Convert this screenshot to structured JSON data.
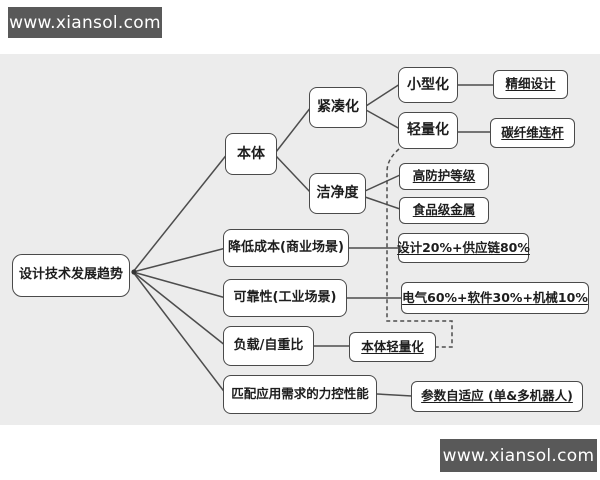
{
  "watermarks": {
    "top": "www.xiansol.com",
    "bottom": "www.xiansol.com"
  },
  "colors": {
    "page_background": "#ffffff",
    "diagram_background": "#ececec",
    "node_fill": "#ffffff",
    "node_border": "#4a4a4a",
    "connector_line": "#4d4d4d",
    "watermark_background": "#595959",
    "watermark_text": "#ffffff",
    "node_text": "#1d1d1d"
  },
  "diagram": {
    "root": "设计技术发展趋势",
    "level1": {
      "benti": "本体",
      "jiangdi_chengben": "降低成本(商业场景)",
      "kekaoxing": "可靠性(工业场景)",
      "fuzai_zizhongbi": "负载/自重比",
      "likong_xingneng": "匹配应用需求的力控性能"
    },
    "level2": {
      "jincouhua": "紧凑化",
      "jiejingdu": "洁净度",
      "xiaoxinghua": "小型化",
      "qinglianghua": "轻量化"
    },
    "leaves": {
      "jingxi_sheji": "精细设计",
      "tanxianwei_lianggan": "碳纤维连杆",
      "gaofanghu_dengji": "高防护等级",
      "shipinji_jinshu": "食品级金属",
      "sheji_gongyinglian": "设计20%+供应链80%",
      "dianqi_ruanjian_jixie": "电气60%+软件30%+机械10%",
      "benti_qinglianghua": "本体轻量化",
      "canshu_zishiying": "参数自适应 (单&多机器人)"
    }
  }
}
